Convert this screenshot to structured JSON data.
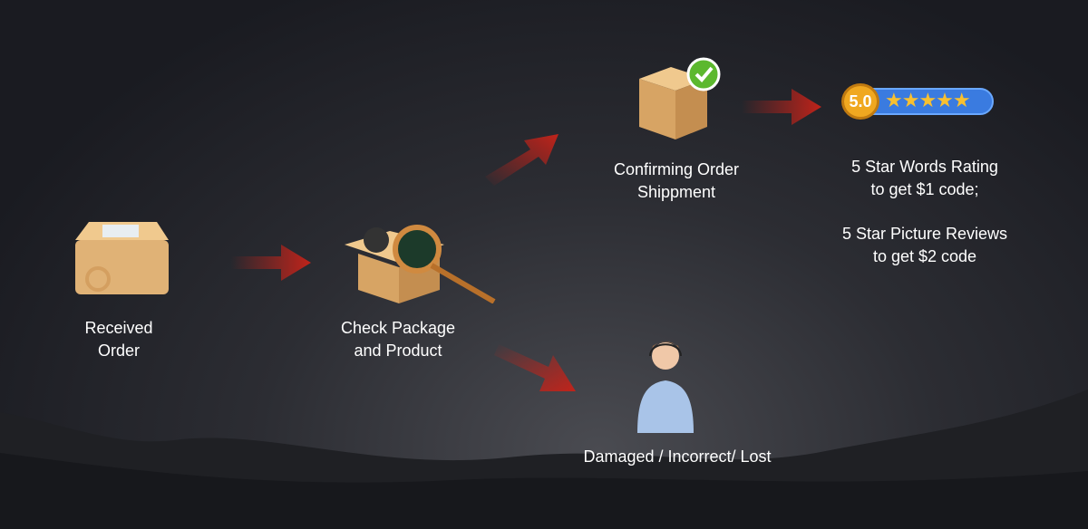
{
  "steps": {
    "received": {
      "line1": "Received",
      "line2": "Order"
    },
    "check": {
      "line1": "Check Package",
      "line2": "and Product"
    },
    "confirm": {
      "line1": "Confirming Order",
      "line2": "Shippment"
    },
    "rating": {
      "badge": "5.0",
      "line1": "5 Star Words Rating",
      "line2": "to get $1 code;",
      "line3": "5 Star Picture Reviews",
      "line4": "to get $2 code"
    },
    "problem": {
      "line1": "Damaged / Incorrect/ Lost"
    }
  },
  "colors": {
    "arrow": "#c0231a",
    "box": "#e0b276",
    "badge": "#3a7be0",
    "gold": "#f0a820"
  }
}
